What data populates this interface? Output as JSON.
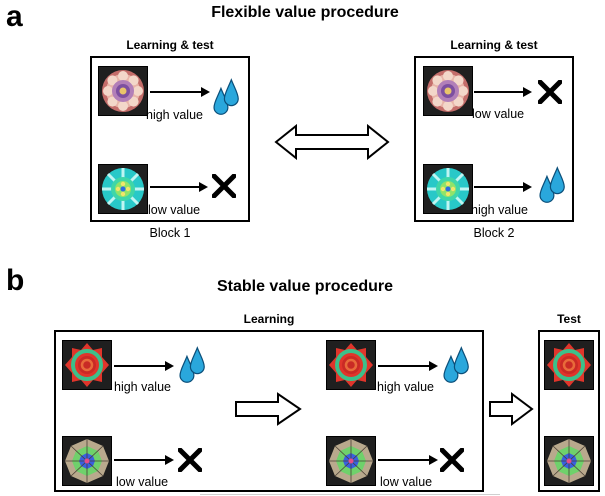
{
  "panel_a": {
    "letter": "a",
    "title": "Flexible value procedure",
    "blocks": [
      {
        "heading": "Learning & test",
        "caption": "Block 1",
        "rows": [
          {
            "stimulus": "flower-stimulus",
            "outcome": "water-drops-icon",
            "label": "high value"
          },
          {
            "stimulus": "cyan-snowflake-stimulus",
            "outcome": "cross-icon",
            "label": "low value"
          }
        ]
      },
      {
        "heading": "Learning & test",
        "caption": "Block 2",
        "rows": [
          {
            "stimulus": "flower-stimulus",
            "outcome": "cross-icon",
            "label": "low value"
          },
          {
            "stimulus": "cyan-snowflake-stimulus",
            "outcome": "water-drops-icon",
            "label": "high value"
          }
        ]
      }
    ],
    "between_blocks_icon": "double-headed-arrow-icon"
  },
  "panel_b": {
    "letter": "b",
    "title": "Stable value procedure",
    "learning": {
      "heading": "Learning",
      "rows": [
        {
          "stimulus": "red-star-stimulus",
          "outcome": "water-drops-icon",
          "label": "high value"
        },
        {
          "stimulus": "web-stimulus",
          "outcome": "cross-icon",
          "label": "low value"
        }
      ]
    },
    "test": {
      "heading": "Test"
    },
    "progress_icon": "right-hollow-arrow-icon"
  },
  "colors": {
    "drop": "#2aa7dc",
    "drop_outline": "#0b4f7a",
    "stimulus_bg": "#222222"
  }
}
